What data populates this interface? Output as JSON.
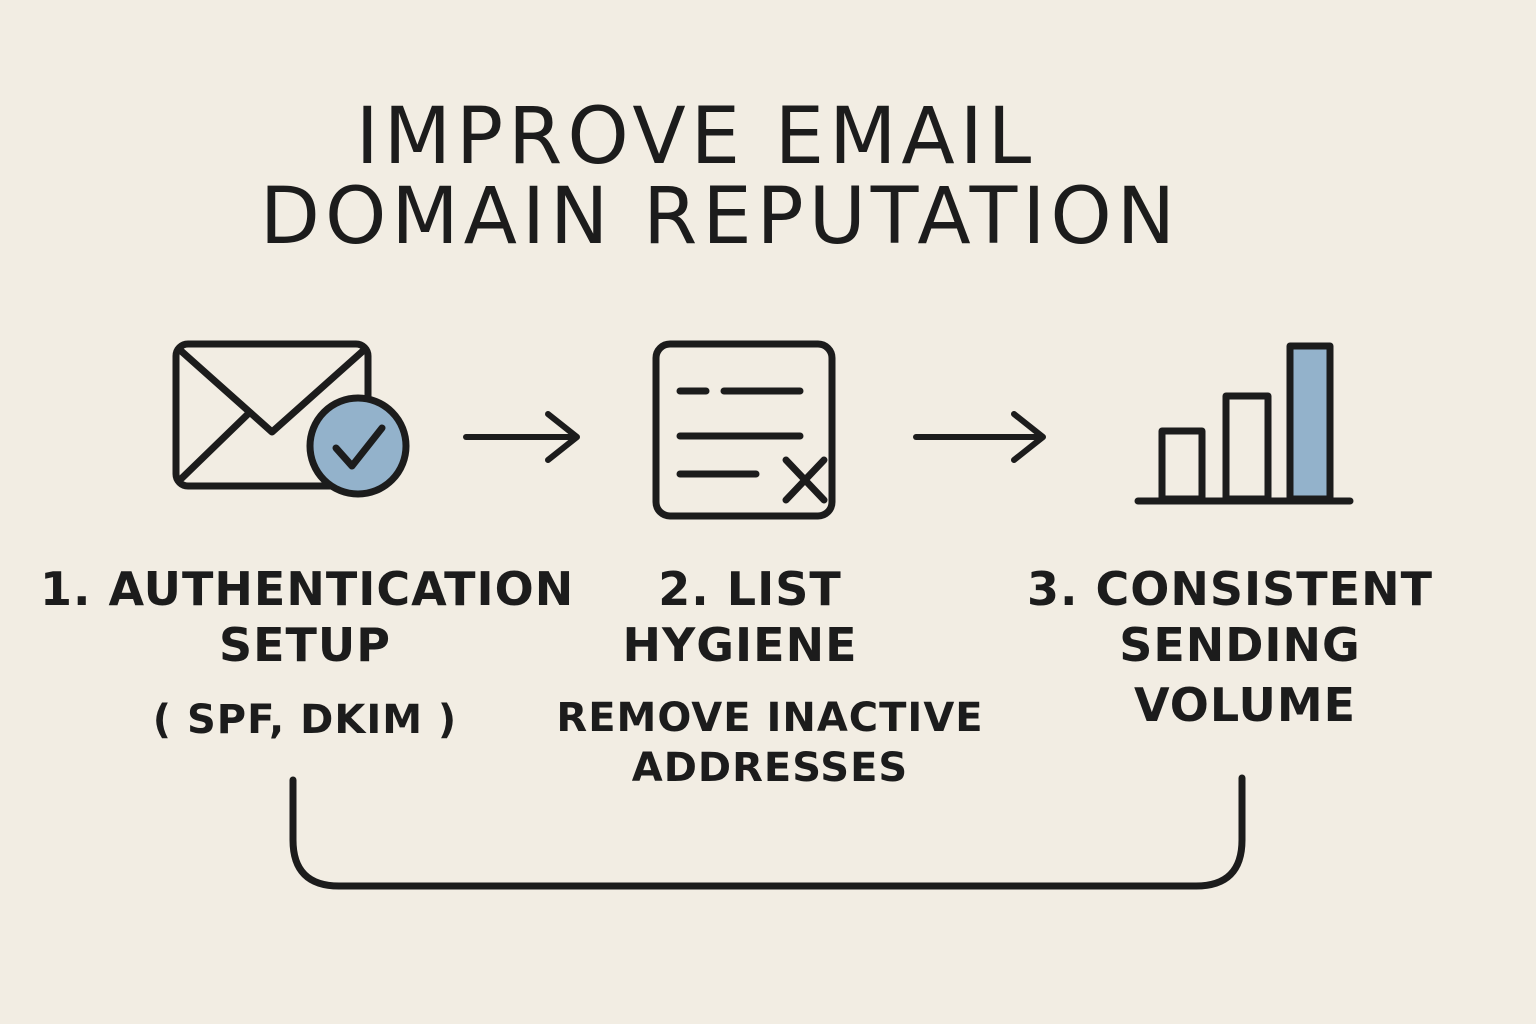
{
  "title": {
    "line1": "IMPROVE EMAIL",
    "line2": "DOMAIN REPUTATION"
  },
  "steps": [
    {
      "icon": "envelope-check-icon",
      "title_line1": "1. AUTHENTICATION",
      "title_line2": "SETUP",
      "detail": "( SPF, DKIM )"
    },
    {
      "icon": "list-remove-icon",
      "title_line1": "2. LIST",
      "title_line2": "HYGIENE",
      "detail_line1": "REMOVE INACTIVE",
      "detail_line2": "ADDRESSES"
    },
    {
      "icon": "bar-chart-icon",
      "title_line1": "3. CONSISTENT",
      "title_line2": "SENDING",
      "title_line3": "VOLUME"
    }
  ],
  "colors": {
    "background": "#f2ede3",
    "ink": "#1c1c1c",
    "accent": "#93b2cb"
  }
}
